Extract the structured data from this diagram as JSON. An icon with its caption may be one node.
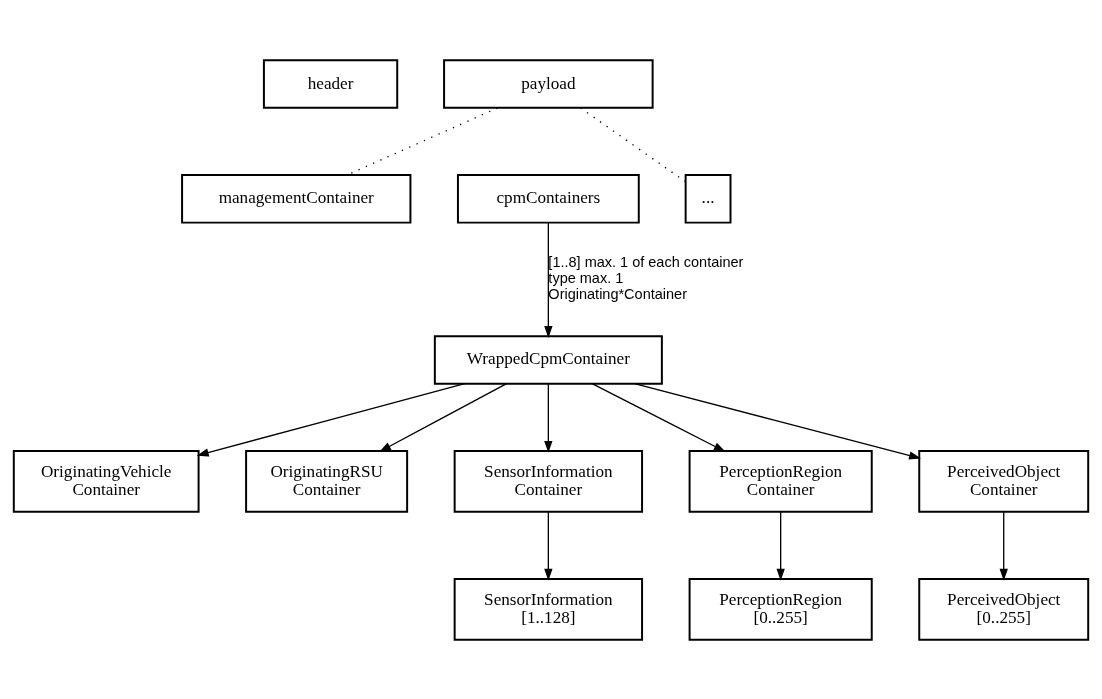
{
  "diagram": {
    "nodes": [
      {
        "text": [
          "header"
        ]
      },
      {
        "text": [
          "payload"
        ]
      },
      {
        "text": [
          "managementContainer"
        ]
      },
      {
        "text": [
          "cpmContainers"
        ]
      },
      {
        "text": [
          "..."
        ]
      },
      {
        "text": [
          "WrappedCpmContainer"
        ]
      },
      {
        "text": [
          "OriginatingVehicle Container"
        ]
      },
      {
        "text": [
          "OriginatingRSU Container"
        ]
      },
      {
        "text": [
          "SensorInformation Container"
        ]
      },
      {
        "text": [
          "PerceptionRegion Container"
        ]
      },
      {
        "text": [
          "PerceivedObject Container"
        ]
      },
      {
        "text": [
          "SensorInformation",
          "[1..128]"
        ]
      },
      {
        "text": [
          "PerceptionRegion",
          "[0..255]"
        ]
      },
      {
        "text": [
          "PerceivedObject",
          "[0..255]"
        ]
      }
    ],
    "edges": [
      {
        "from": 1,
        "to": 2,
        "arrow": "none",
        "style": "dashed"
      },
      {
        "from": 1,
        "to": 4,
        "arrow": "none",
        "style": "dashed"
      },
      {
        "from": 3,
        "to": 5,
        "arrow": "to",
        "label": "[1..8] max. 1 of each container type max. 1 Originating*Container"
      },
      {
        "from": 5,
        "to": 6,
        "arrow": "to"
      },
      {
        "from": 5,
        "to": 7,
        "arrow": "to"
      },
      {
        "from": 5,
        "to": 8,
        "arrow": "to"
      },
      {
        "from": 5,
        "to": 9,
        "arrow": "to"
      },
      {
        "from": 5,
        "to": 10,
        "arrow": "to"
      },
      {
        "from": 8,
        "to": 11,
        "arrow": "to"
      },
      {
        "from": 9,
        "to": 12,
        "arrow": "to"
      },
      {
        "from": 10,
        "to": 13,
        "arrow": "to"
      }
    ]
  }
}
